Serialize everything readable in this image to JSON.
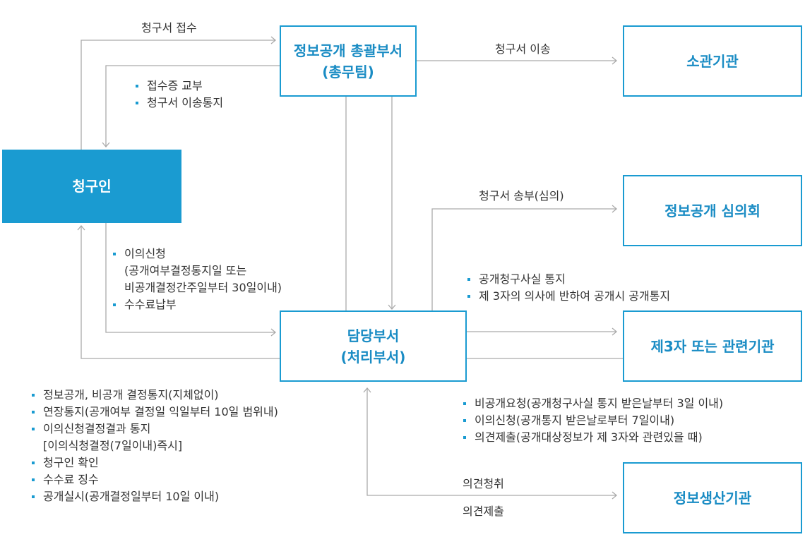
{
  "boxes": {
    "general_dept": {
      "line1": "정보공개 총괄부서",
      "line2": "(총무팀)"
    },
    "competent_agency": {
      "line1": "소관기관"
    },
    "requester": {
      "line1": "청구인"
    },
    "committee": {
      "line1": "정보공개 심의회"
    },
    "handling_dept": {
      "line1": "담당부서",
      "line2": "(처리부서)"
    },
    "third_party": {
      "line1": "제3자 또는 관련기관"
    },
    "producer": {
      "line1": "정보생산기관"
    }
  },
  "labels": {
    "request_receipt": "청구서 접수",
    "request_transfer": "청구서 이송",
    "request_send_review": "청구서 송부(심의)",
    "opinion_hearing": "의견청취",
    "opinion_submit": "의견제출"
  },
  "notes": {
    "receipt": [
      "접수증 교부",
      "청구서 이송통지"
    ],
    "objection": [
      "이의신청\n(공개여부결정통지일 또는\n비공개결정간주일부터 30일이내)",
      "수수료납부"
    ],
    "third_party_notice": [
      "공개청구사실 통지",
      "제 3자의 의사에 반하여 공개시 공개통지"
    ],
    "decision": [
      "정보공개, 비공개 결정통지(지체없이)",
      "연장통지(공개여부 결정일 익일부터 10일 범위내)",
      "이의신청결정결과 통지\n[이의식청결정(7일이내)즉시]",
      "청구인 확인",
      "수수료 징수",
      "공개실시(공개결정일부터 10일 이내)"
    ],
    "third_party_reply": [
      "비공개요청(공개청구사실 통지 받은날부터 3일 이내)",
      "이의신청(공개통지 받은날로부터 7일이내)",
      "의견제출(공개대상정보가 제 3자와 관련있을 때)"
    ]
  },
  "colors": {
    "accent": "#1a9bd1",
    "line": "#aaaaaa"
  }
}
